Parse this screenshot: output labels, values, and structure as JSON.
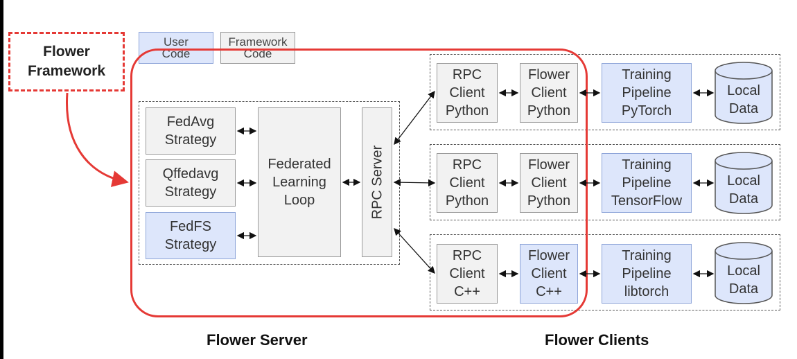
{
  "legend": {
    "user_code": "User\nCode",
    "framework_code": "Framework\nCode"
  },
  "flower_framework": "Flower\nFramework",
  "server": {
    "strategies": [
      "FedAvg\nStrategy",
      "Qffedavg\nStrategy",
      "FedFS\nStrategy"
    ],
    "loop": "Federated\nLearning\nLoop",
    "rpc_server": "RPC Server",
    "caption": "Flower Server"
  },
  "clients": {
    "rows": [
      {
        "rpc": "RPC\nClient\nPython",
        "flower": "Flower\nClient\nPython",
        "pipeline": "Training\nPipeline\nPyTorch",
        "data": "Local\nData"
      },
      {
        "rpc": "RPC\nClient\nPython",
        "flower": "Flower\nClient\nPython",
        "pipeline": "Training\nPipeline\nTensorFlow",
        "data": "Local\nData"
      },
      {
        "rpc": "RPC\nClient\nC++",
        "flower": "Flower\nClient\nC++",
        "pipeline": "Training\nPipeline\nlibtorch",
        "data": "Local\nData"
      }
    ],
    "caption": "Flower Clients"
  },
  "colors": {
    "user_code": "#dde6fb",
    "framework_code": "#f2f2f2",
    "highlight": "#e53935"
  }
}
